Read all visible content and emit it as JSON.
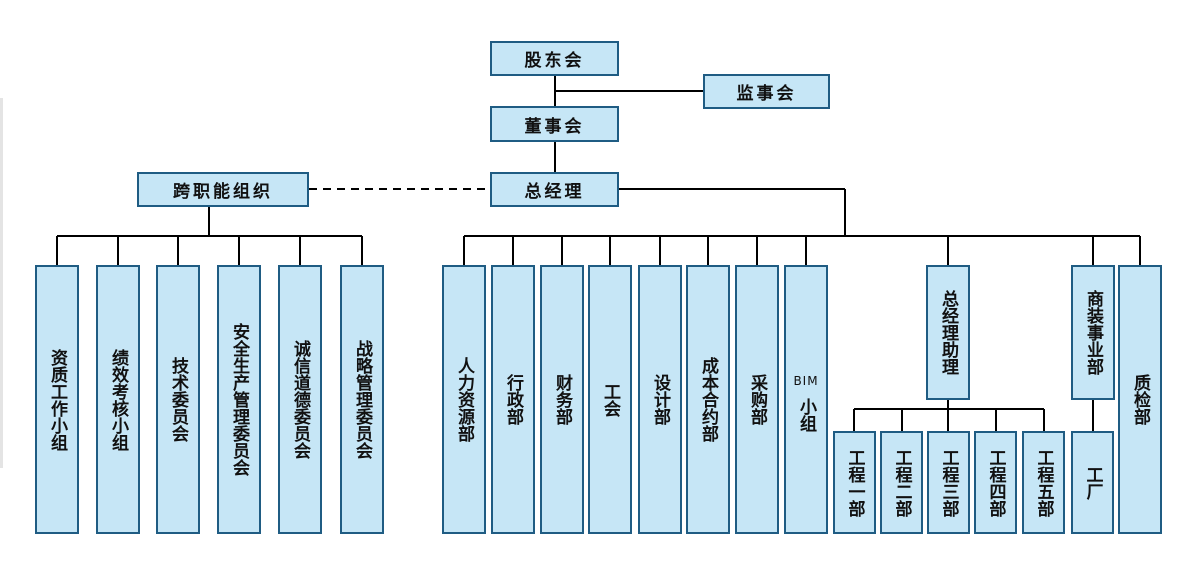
{
  "nodes": {
    "shareholders": "股东会",
    "supervisors": "监事会",
    "board": "董事会",
    "gm": "总经理",
    "cross": "跨职能组织",
    "qualification_group": "资质工作小组",
    "performance_group": "绩效考核小组",
    "tech_committee": "技术委员会",
    "safety_committee": "安全生产管理委员会",
    "integrity_committee": "诚信道德委员会",
    "strategy_committee": "战略管理委员会",
    "hr": "人力资源部",
    "admin": "行政部",
    "finance": "财务部",
    "union": "工会",
    "design": "设计部",
    "cost": "成本合约部",
    "purchase": "采购部",
    "bim_latin": "BIM",
    "bim_cn": "小组",
    "gm_assistant": "总经理助理",
    "commercial_deco": "商装事业部",
    "quality": "质检部",
    "eng1": "工程一部",
    "eng2": "工程二部",
    "eng3": "工程三部",
    "eng4": "工程四部",
    "eng5": "工程五部",
    "factory": "工厂"
  },
  "colors": {
    "box_fill": "#c6e6f6",
    "box_border": "#1f5c83",
    "line": "#000000"
  }
}
